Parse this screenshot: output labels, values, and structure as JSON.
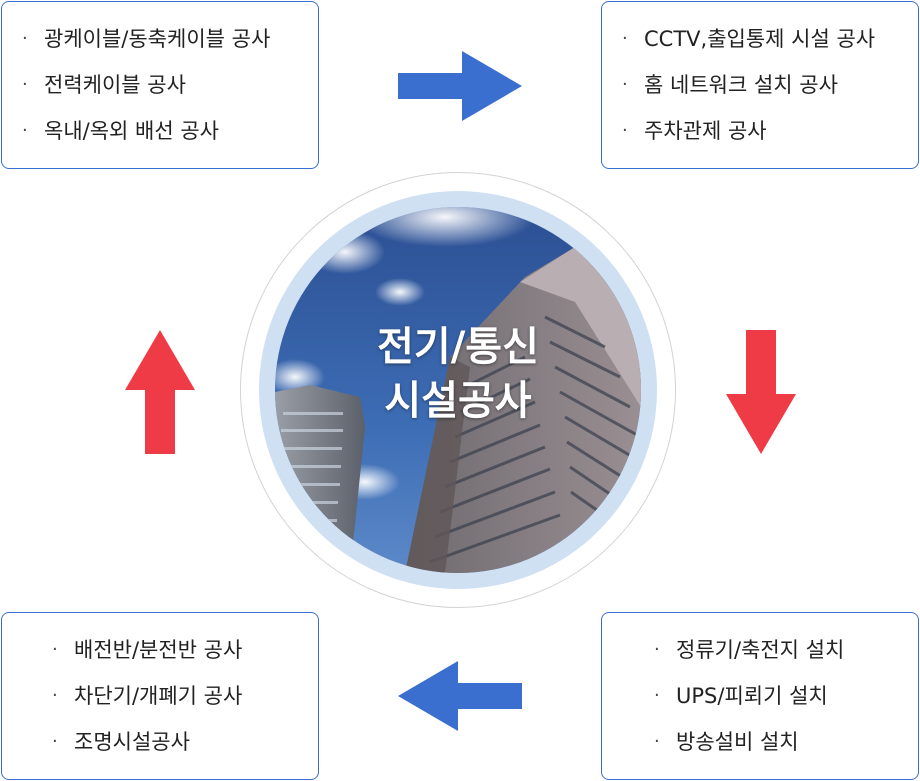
{
  "center": {
    "title_line1": "전기/통신",
    "title_line2": "시설공사"
  },
  "boxes": {
    "top_left": [
      "광케이블/동축케이블 공사",
      "전력케이블 공사",
      "옥내/옥외 배선 공사"
    ],
    "top_right": [
      "CCTV,출입통제 시설 공사",
      "홈 네트워크 설치 공사",
      "주차관제 공사"
    ],
    "bottom_right": [
      "정류기/축전지 설치",
      "UPS/피뢰기 설치",
      "방송설비 설치"
    ],
    "bottom_left": [
      "배전반/분전반 공사",
      "차단기/개폐기 공사",
      "조명시설공사"
    ]
  },
  "bullet": "·",
  "colors": {
    "border_blue": "#3a6fd0",
    "arrow_blue": "#3a6fd0",
    "arrow_red": "#ef3b46",
    "ring": "#cfe0f3"
  },
  "icons": {
    "top": "arrow-right-icon",
    "right": "arrow-down-icon",
    "bottom": "arrow-left-icon",
    "left": "arrow-up-icon"
  }
}
